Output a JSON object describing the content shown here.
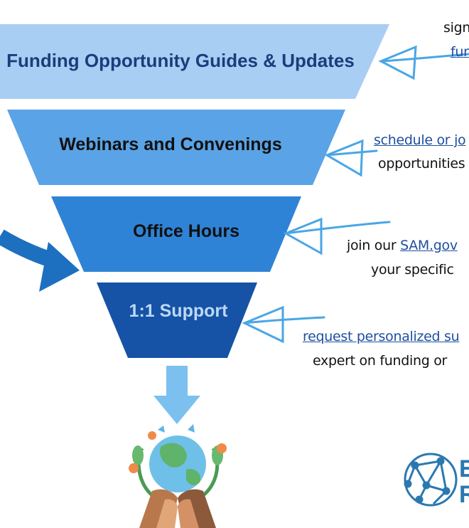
{
  "funnel": {
    "tiers": [
      {
        "label": "Funding Opportunity Guides & Updates",
        "color": "#a8cef3",
        "text_color": "#1a3d7c"
      },
      {
        "label": "Webinars and Convenings",
        "color": "#5aa3e6",
        "text_color": "#111111"
      },
      {
        "label": "Office Hours",
        "color": "#2f83d6",
        "text_color": "#111111"
      },
      {
        "label": "1:1 Support",
        "color": "#1652a6",
        "text_color": "#bcd9f6"
      }
    ]
  },
  "notes": [
    {
      "lines": [
        {
          "text": "sign",
          "link": false
        },
        {
          "text": "fun",
          "link": true
        }
      ]
    },
    {
      "lines": [
        {
          "text": "schedule or jo",
          "link": true
        },
        {
          "text": "opportunities",
          "link": false
        }
      ]
    },
    {
      "lines": [
        {
          "text": "join our ",
          "link": false,
          "after_link": "SAM.gov"
        },
        {
          "text": "your specific",
          "link": false
        }
      ]
    },
    {
      "lines": [
        {
          "text": "request personalized su",
          "link": true
        },
        {
          "text": "expert on funding or",
          "link": false
        }
      ]
    }
  ],
  "logo": {
    "letters": [
      "E",
      "R"
    ]
  },
  "colors": {
    "arrow": "#4aa6e6",
    "big_arrow": "#1d6fc0",
    "down_arrow": "#7cc0f0",
    "logo": "#2b78b0"
  }
}
